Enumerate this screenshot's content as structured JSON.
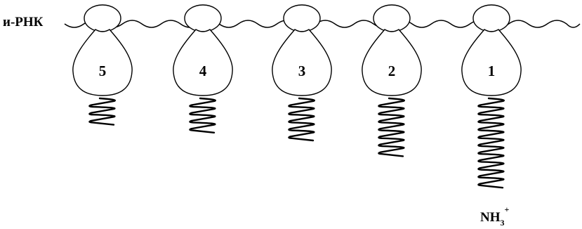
{
  "diagram": {
    "mrna_label": "и-РНК",
    "ribosomes": [
      {
        "number": "5",
        "chain_turns": 3
      },
      {
        "number": "4",
        "chain_turns": 4
      },
      {
        "number": "3",
        "chain_turns": 5
      },
      {
        "number": "2",
        "chain_turns": 7
      },
      {
        "number": "1",
        "chain_turns": 11
      }
    ],
    "terminus": {
      "main": "NH",
      "subscript": "3",
      "superscript": "+"
    }
  }
}
